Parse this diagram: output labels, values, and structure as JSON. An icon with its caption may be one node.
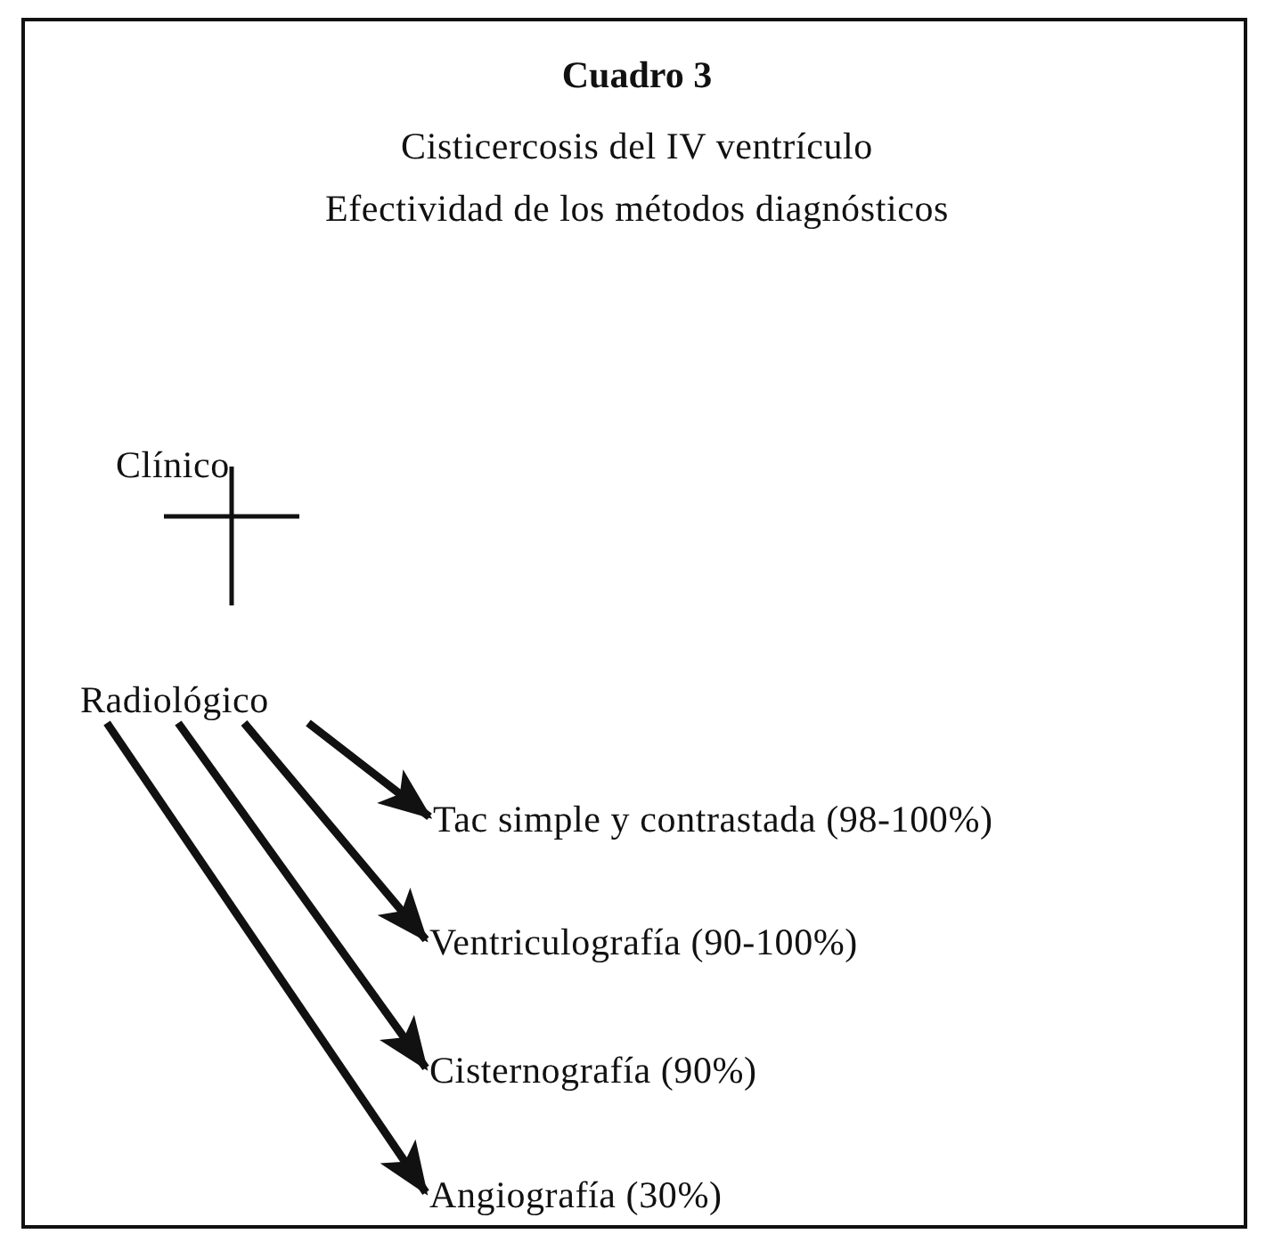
{
  "diagram": {
    "title": "Cuadro 3",
    "labels": [
      "Cisticercosis del IV ventrículo",
      "Efectividad de los métodos diagnósticos"
    ],
    "nodes": [
      {
        "text": [
          "Clínico"
        ]
      },
      {
        "text": [
          "Radiológico"
        ]
      },
      {
        "text": [
          "Tac simple y contrastada (98-100%)"
        ]
      },
      {
        "text": [
          "Ventriculografía (90-100%)"
        ]
      },
      {
        "text": [
          "Cisternografía (90%)"
        ]
      },
      {
        "text": [
          "Angiografía (30%)"
        ]
      }
    ],
    "edges": [
      {
        "from": 1,
        "to": 2,
        "arrow": "to"
      },
      {
        "from": 1,
        "to": 3,
        "arrow": "to"
      },
      {
        "from": 1,
        "to": 4,
        "arrow": "to"
      },
      {
        "from": 1,
        "to": 5,
        "arrow": "to"
      }
    ]
  }
}
